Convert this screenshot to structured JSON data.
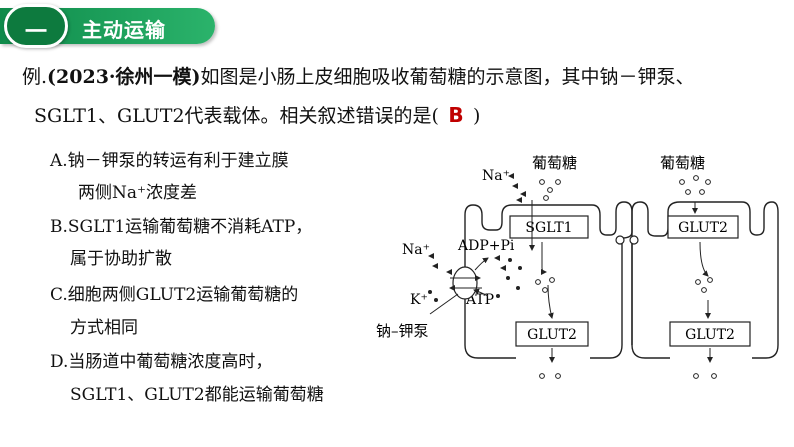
{
  "header": {
    "badge": "一",
    "title": "主动运输"
  },
  "question": {
    "prefix": "例.",
    "source": "(2023·徐州一模)",
    "line1": "如图是小肠上皮细胞吸收葡萄糖的示意图，其中钠－钾泵、",
    "line2_start": "SGLT1、GLUT2代表载体。相关叙述错误的是(",
    "answer": "B",
    "line2_end": ")"
  },
  "options": [
    {
      "line1": "A.钠－钾泵的转运有利于建立膜",
      "line2": "两侧Na⁺浓度差"
    },
    {
      "line1": "B.SGLT1运输葡萄糖不消耗ATP，",
      "line2": "属于协助扩散"
    },
    {
      "line1": "C.细胞两侧GLUT2运输葡萄糖的",
      "line2": "方式相同"
    },
    {
      "line1": "D.当肠道中葡萄糖浓度高时，",
      "line2": "SGLT1、GLUT2都能运输葡萄糖"
    }
  ],
  "diagram": {
    "na_top": "Na⁺",
    "glucose_left": "葡萄糖",
    "glucose_right": "葡萄糖",
    "sglt1": "SGLT1",
    "glut2_top": "GLUT2",
    "glut2_bottom_left": "GLUT2",
    "glut2_bottom_right": "GLUT2",
    "na_left": "Na⁺",
    "adp_pi": "ADP+Pi",
    "k_plus": "K⁺",
    "atp": "ATP",
    "pump_label": "钠–钾泵"
  }
}
